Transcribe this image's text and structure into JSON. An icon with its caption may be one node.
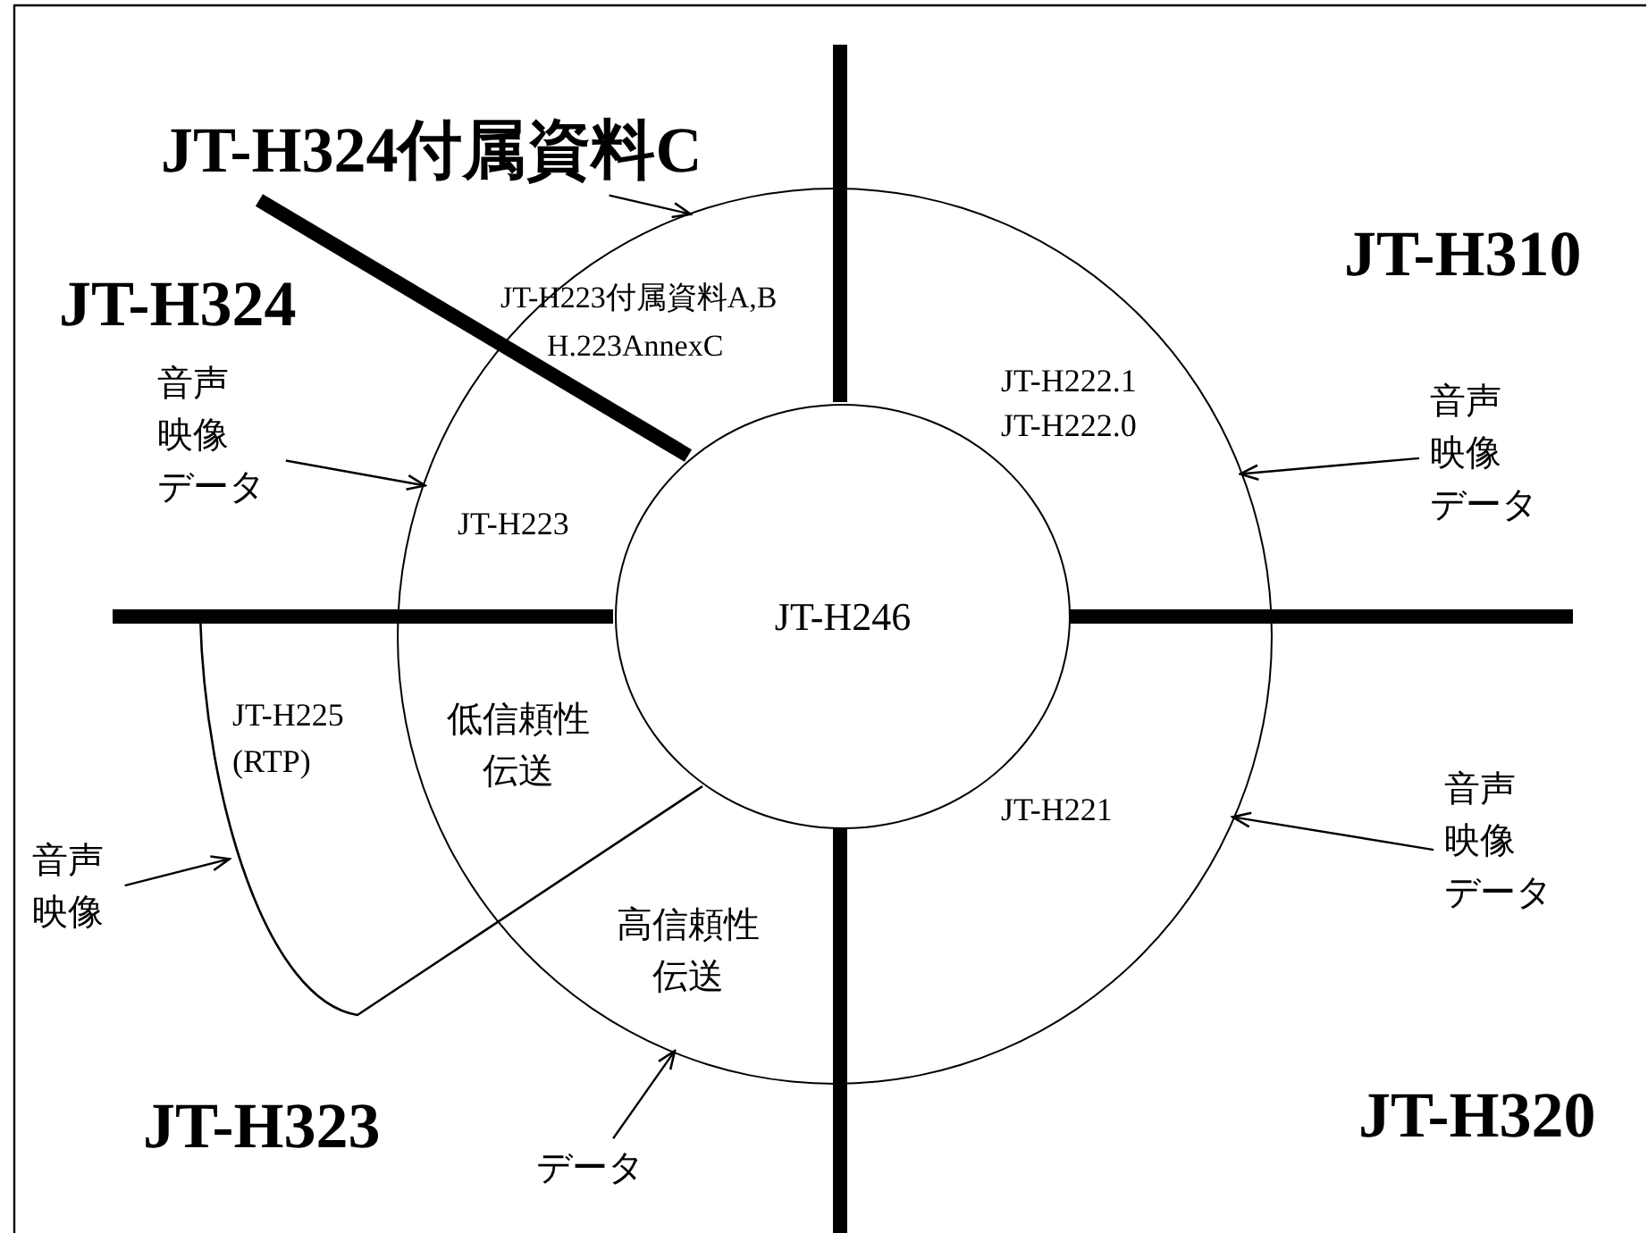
{
  "diagram": {
    "nodes": [
      {
        "text": [],
        "shape": "circle"
      },
      {
        "text": [
          "JT-H246"
        ],
        "in": 0
      },
      {
        "text": [
          "JT-H225 (RTP)"
        ]
      },
      {
        "text": [
          "JT-H324付属資料C"
        ]
      },
      {
        "text": [
          "音声映像データ"
        ]
      },
      {
        "text": [
          "音声映像データ"
        ]
      },
      {
        "text": [
          "音声映像データ"
        ]
      },
      {
        "text": [
          "音声映像"
        ]
      },
      {
        "text": [
          "データ"
        ]
      }
    ],
    "edges": [
      {
        "from": 3,
        "to": 0,
        "arrow": "to"
      },
      {
        "from": 4,
        "to": 0,
        "arrow": "to"
      },
      {
        "from": 5,
        "to": 0,
        "arrow": "to"
      },
      {
        "from": 6,
        "to": 0,
        "arrow": "to"
      },
      {
        "from": 7,
        "to": 2,
        "arrow": "to"
      },
      {
        "from": 8,
        "to": 0,
        "arrow": "to"
      }
    ],
    "labels": [
      "JT-H324",
      "JT-H223付属資料A,B",
      "H.223AnnexC",
      "JT-H310",
      "JT-H222.1",
      "JT-H222.0",
      "JT-H223",
      "低信頼性伝送",
      "JT-H221",
      "高信頼性伝送",
      "JT-H323",
      "JT-H320"
    ]
  }
}
